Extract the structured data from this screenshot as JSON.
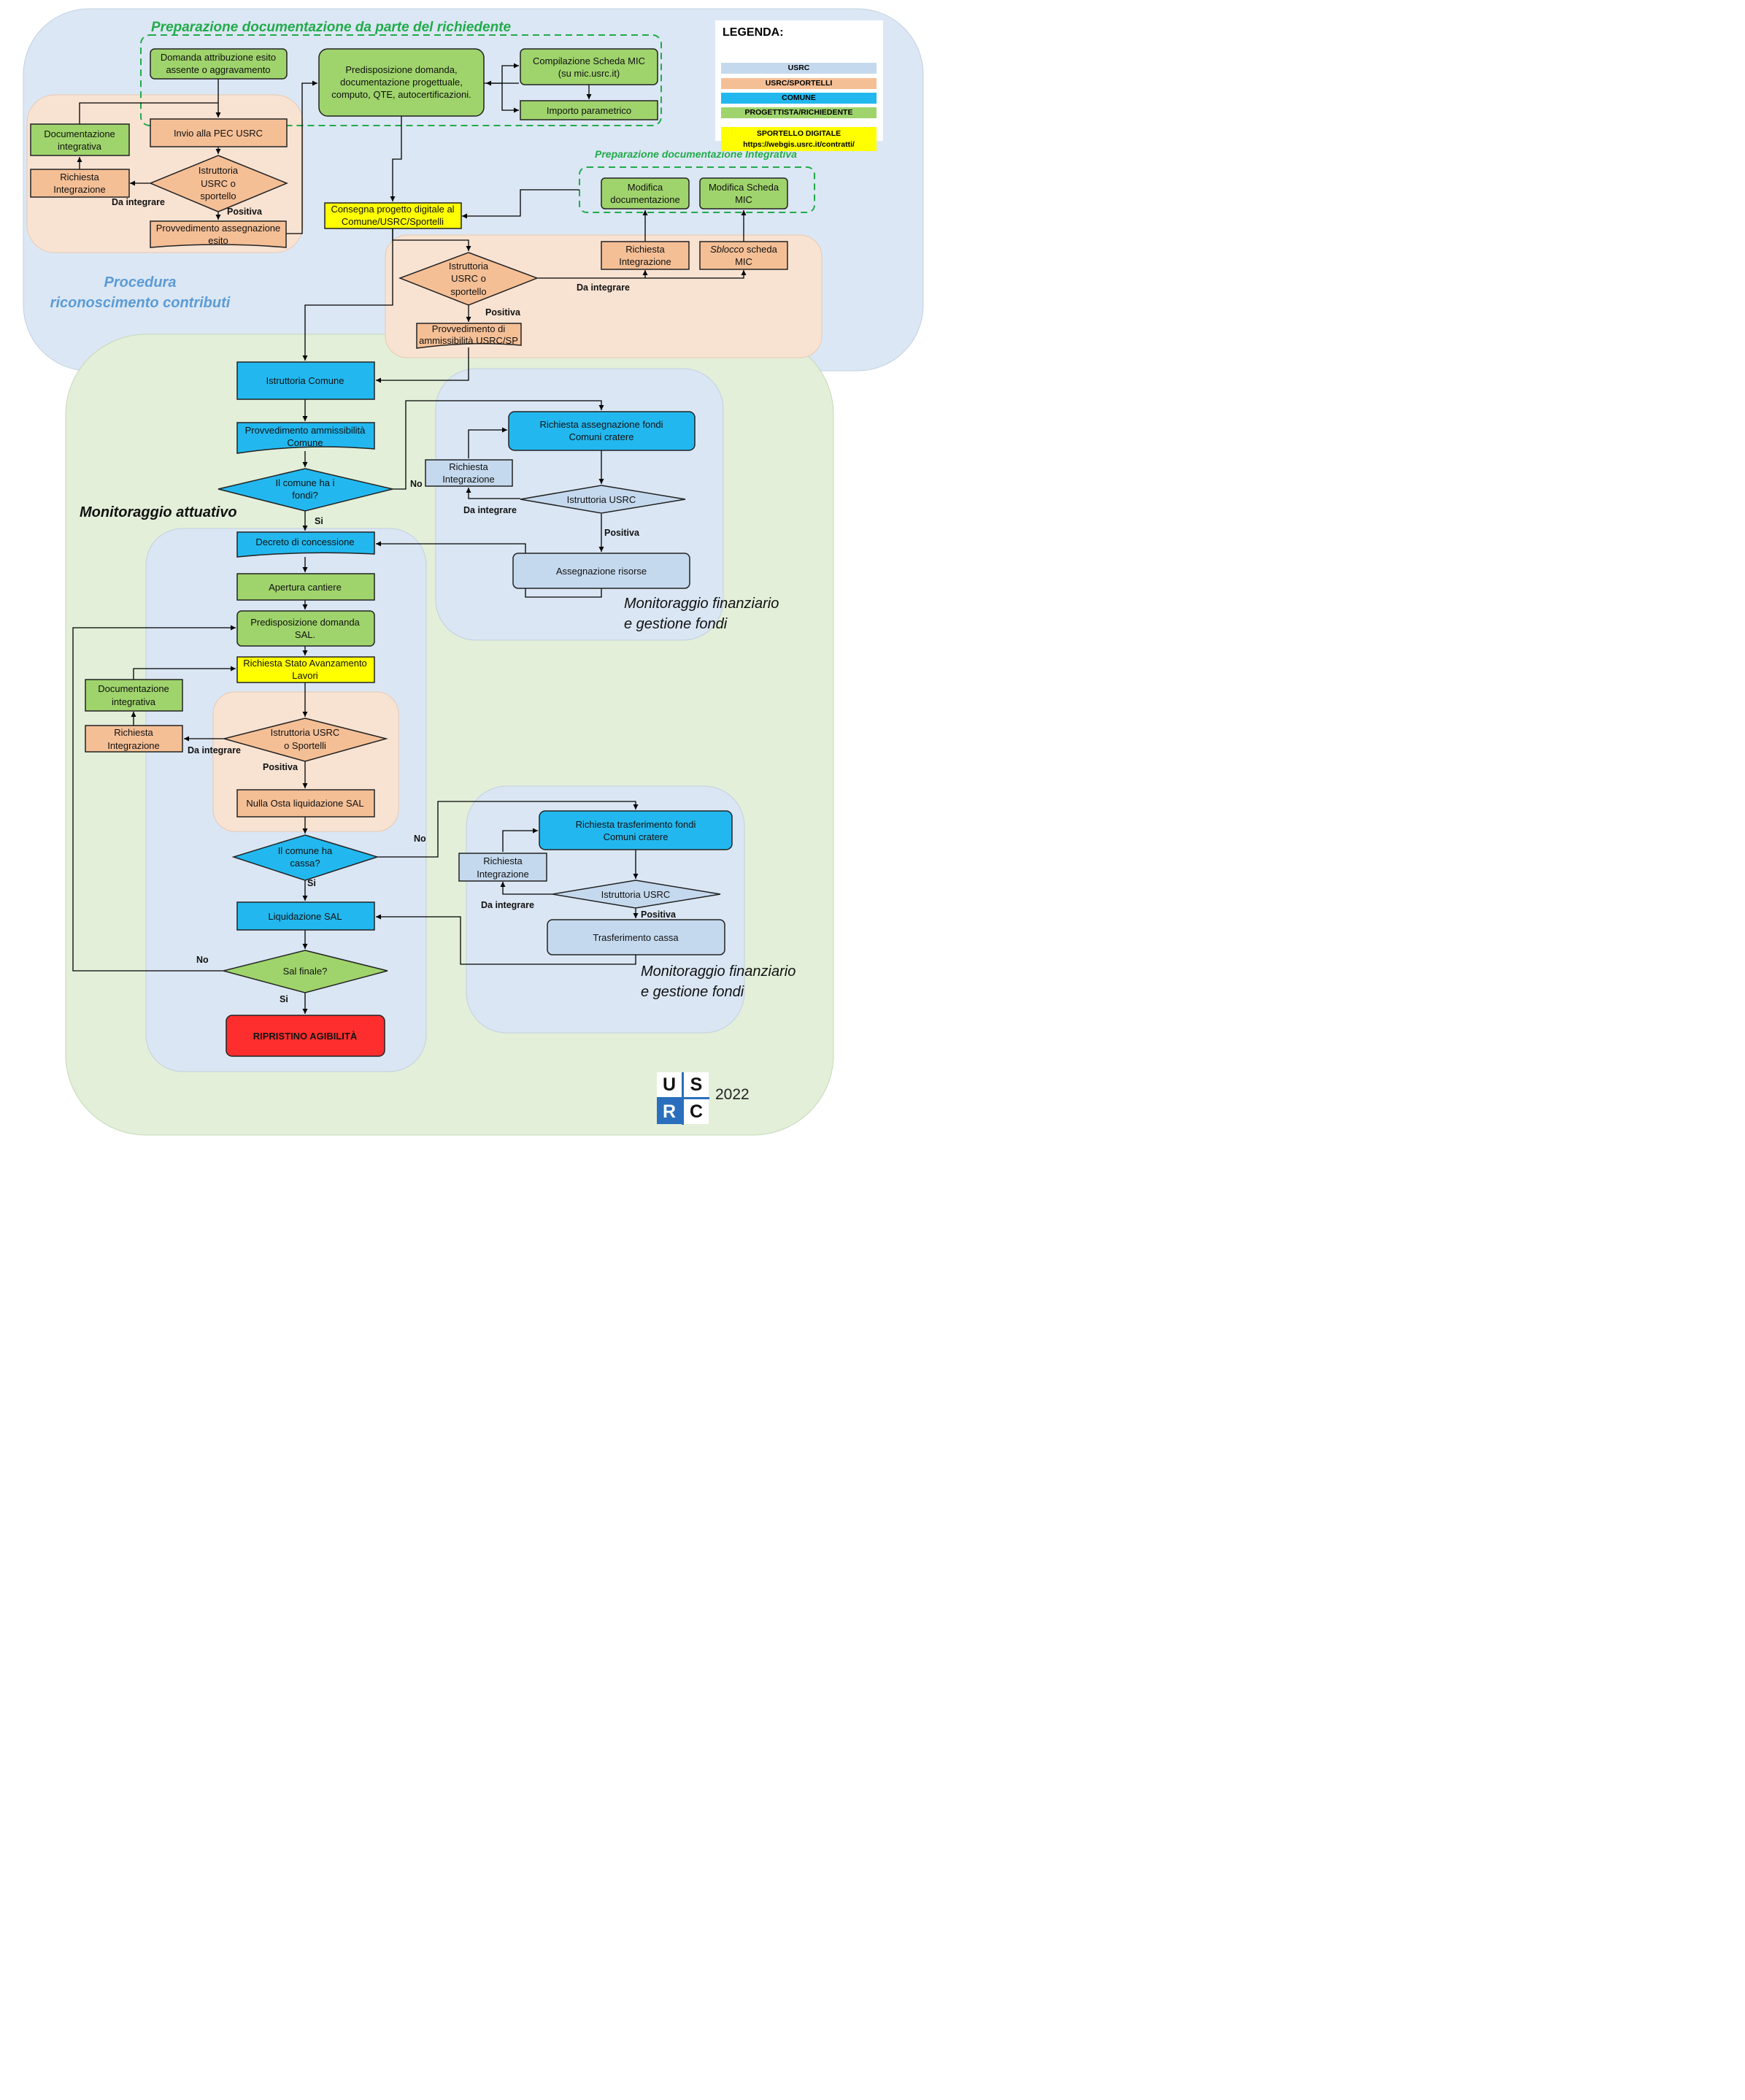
{
  "legend": {
    "title": "LEGENDA:",
    "items": [
      {
        "label": "USRC",
        "color": "#c5d9ee"
      },
      {
        "label": "USRC/SPORTELLI",
        "color": "#f5bf96"
      },
      {
        "label": "COMUNE",
        "color": "#22b8ef"
      },
      {
        "label": "PROGETTISTA/RICHIEDENTE",
        "color": "#9fd46c"
      },
      {
        "label": "SPORTELLO DIGITALE",
        "label2": "https://webgis.usrc.it/contratti/",
        "color": "#ffff00"
      }
    ]
  },
  "regions": {
    "procedura": "Procedura",
    "procedura2": "riconoscimento contributi",
    "attuativo": "Monitoraggio attuativo",
    "fin1": "Monitoraggio finanziario",
    "fin1b": "e gestione fondi",
    "fin2": "Monitoraggio finanziario",
    "fin2b": "e gestione fondi",
    "prep_title": "Preparazione documentazione da parte del richiedente",
    "prep_integr_title": "Preparazione documentazione Integrativa"
  },
  "nodes": {
    "domanda_attr": [
      "Domanda attribuzione esito",
      "assente o aggravamento"
    ],
    "invio_pec": [
      "Invio alla PEC USRC"
    ],
    "doc_integr_1": [
      "Documentazione",
      "integrativa"
    ],
    "rich_integr_1": [
      "Richiesta",
      "Integrazione"
    ],
    "istr_1": [
      "Istruttoria",
      "USRC o",
      "sportello"
    ],
    "provv_esito": [
      "Provvedimento assegnazione",
      "esito"
    ],
    "predisp_domanda": [
      "Predisposizione domanda,",
      "documentazione progettuale,",
      "computo, QTE, autocertificazioni."
    ],
    "comp_mic": [
      "Compilazione Scheda MIC",
      "(su mic.usrc.it)"
    ],
    "importo": [
      "Importo parametrico"
    ],
    "consegna": [
      "Consegna progetto digitale al",
      "Comune/USRC/Sportelli"
    ],
    "modifica_doc": [
      "Modifica",
      "documentazione"
    ],
    "modifica_mic": [
      "Modifica Scheda",
      "MIC"
    ],
    "rich_integr_2": [
      "Richiesta",
      "Integrazione"
    ],
    "sblocco_a": "Sblocco",
    "sblocco_b": " scheda",
    "sblocco_c": "MIC",
    "istr_2": [
      "Istruttoria",
      "USRC o",
      "sportello"
    ],
    "provv_amm_usrc": [
      "Provvedimento di",
      "ammissibilità USRC/SP"
    ],
    "istr_comune": [
      "Istruttoria Comune"
    ],
    "provv_amm_comune": [
      "Provvedimento ammissibilità",
      "Comune"
    ],
    "comune_fondi": [
      "Il comune ha i",
      "fondi?"
    ],
    "rich_assegn": [
      "Richiesta assegnazione fondi",
      "Comuni cratere"
    ],
    "rich_integr_3": [
      "Richiesta",
      "Integrazione"
    ],
    "istr_usrc_3": [
      "Istruttoria USRC"
    ],
    "assegn_risorse": [
      "Assegnazione risorse"
    ],
    "decreto": [
      "Decreto di concessione"
    ],
    "apertura": [
      "Apertura cantiere"
    ],
    "predisp_sal": [
      "Predisposizione domanda",
      "SAL."
    ],
    "rich_sal": [
      "Richiesta Stato Avanzamento",
      "Lavori"
    ],
    "doc_integr_4": [
      "Documentazione",
      "integrativa"
    ],
    "rich_integr_4": [
      "Richiesta",
      "Integrazione"
    ],
    "istr_4": [
      "Istruttoria USRC",
      "o Sportelli"
    ],
    "nulla_osta": [
      "Nulla Osta liquidazione SAL"
    ],
    "comune_cassa": [
      "Il comune ha",
      "cassa?"
    ],
    "rich_trasf": [
      "Richiesta trasferimento  fondi",
      "Comuni cratere"
    ],
    "rich_integr_5": [
      "Richiesta",
      "Integrazione"
    ],
    "istr_usrc_5": [
      "Istruttoria USRC"
    ],
    "trasf_cassa": [
      "Trasferimento cassa"
    ],
    "liquidazione": [
      "Liquidazione SAL"
    ],
    "sal_finale": [
      "Sal finale?"
    ],
    "ripristino": [
      "RIPRISTINO AGIBILITÀ"
    ]
  },
  "labels": {
    "da_integrare": "Da integrare",
    "positiva": "Positiva",
    "no": "No",
    "si": "Si"
  },
  "logo": {
    "u": "U",
    "s": "S",
    "r": "R",
    "c": "C",
    "year": "2022"
  }
}
